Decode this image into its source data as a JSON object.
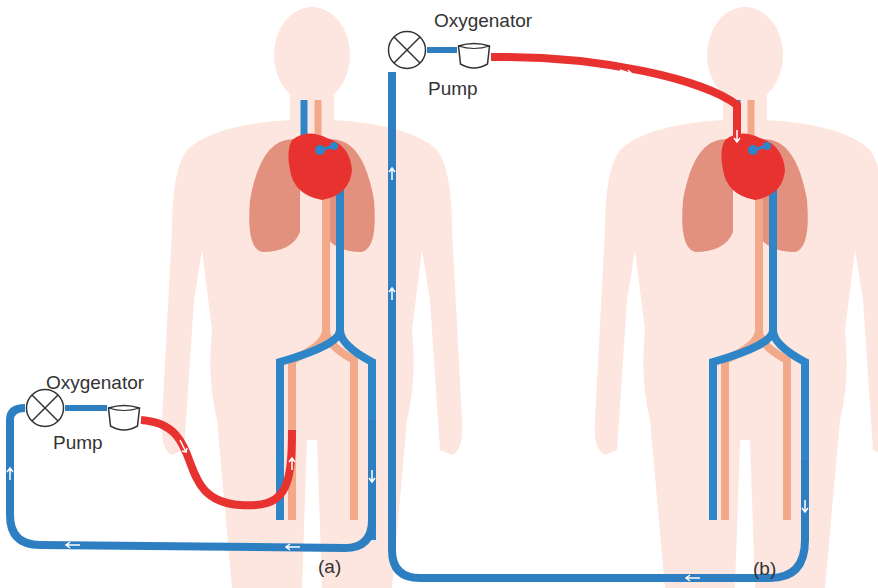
{
  "diagram": {
    "nodes": [
      {
        "text": [
          "Oxygenator"
        ]
      },
      {
        "text": [
          "Pump"
        ]
      },
      {
        "text": [
          "Oxygenator"
        ]
      },
      {
        "text": [
          "Pump"
        ]
      }
    ],
    "edges": [
      {
        "from": 1,
        "to": 0,
        "arrow": "none"
      },
      {
        "from": 3,
        "to": 2,
        "arrow": "none"
      }
    ],
    "labels": [
      "(a)",
      "(b)"
    ]
  }
}
